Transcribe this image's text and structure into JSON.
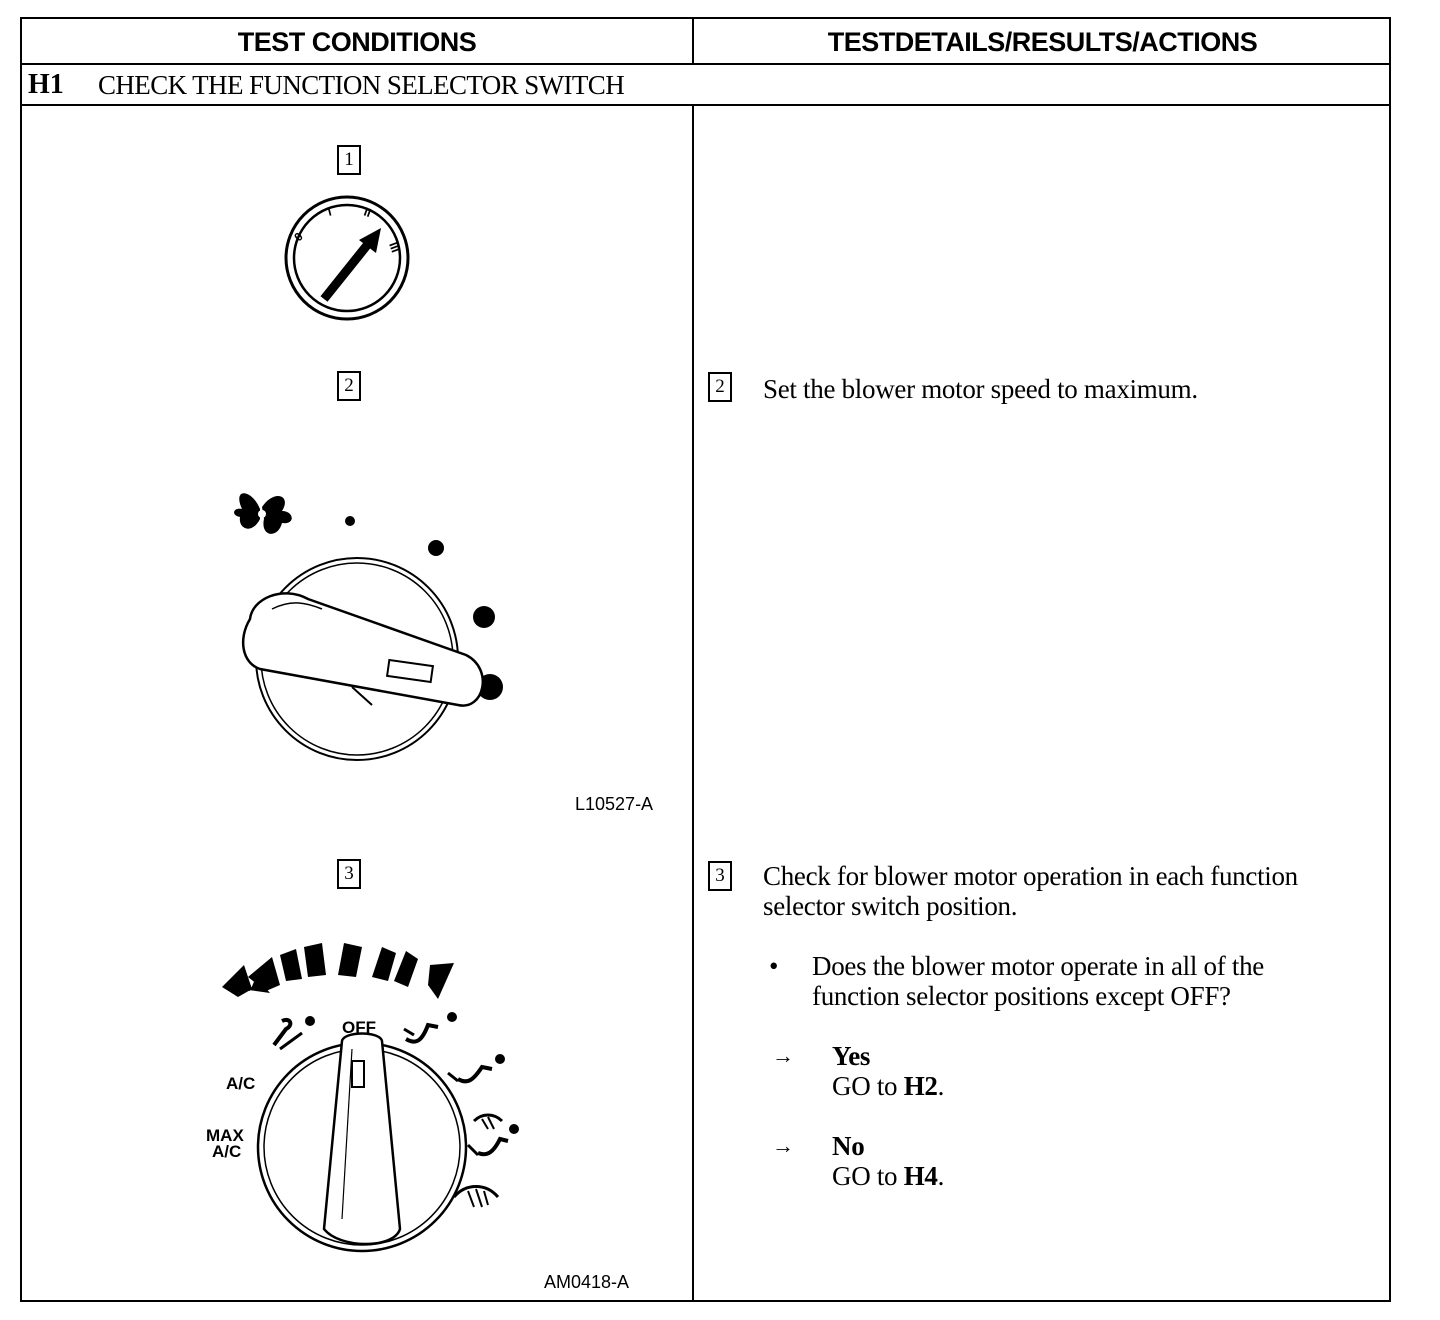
{
  "header": {
    "left": "TEST CONDITIONS",
    "right": "TESTDETAILS/RESULTS/ACTIONS"
  },
  "section": {
    "id": "H1",
    "title": "CHECK THE FUNCTION SELECTOR SWITCH"
  },
  "steps": [
    {
      "number": "1"
    },
    {
      "number": "2",
      "text": "Set the blower motor speed to maximum."
    },
    {
      "number": "3",
      "text_line1": "Check for blower motor operation in each function",
      "text_line2": "selector switch position."
    }
  ],
  "question": {
    "bullet": "•",
    "line1": "Does the blower motor operate in all of the",
    "line2": "function selector positions except OFF?"
  },
  "outcomes": [
    {
      "arrow": "→",
      "label": "Yes",
      "action_prefix": "GO to ",
      "action_target": "H2",
      "action_suffix": "."
    },
    {
      "arrow": "→",
      "label": "No",
      "action_prefix": "GO to ",
      "action_target": "H4",
      "action_suffix": "."
    }
  ],
  "figures": {
    "ignition_marks": [
      "0",
      "I",
      "II",
      "III"
    ],
    "blower_code": "L10527-A",
    "selector_code": "AM0418-A",
    "selector_labels": {
      "off": "OFF",
      "ac": "A/C",
      "max_line1": "MAX",
      "max_line2": "A/C"
    }
  }
}
